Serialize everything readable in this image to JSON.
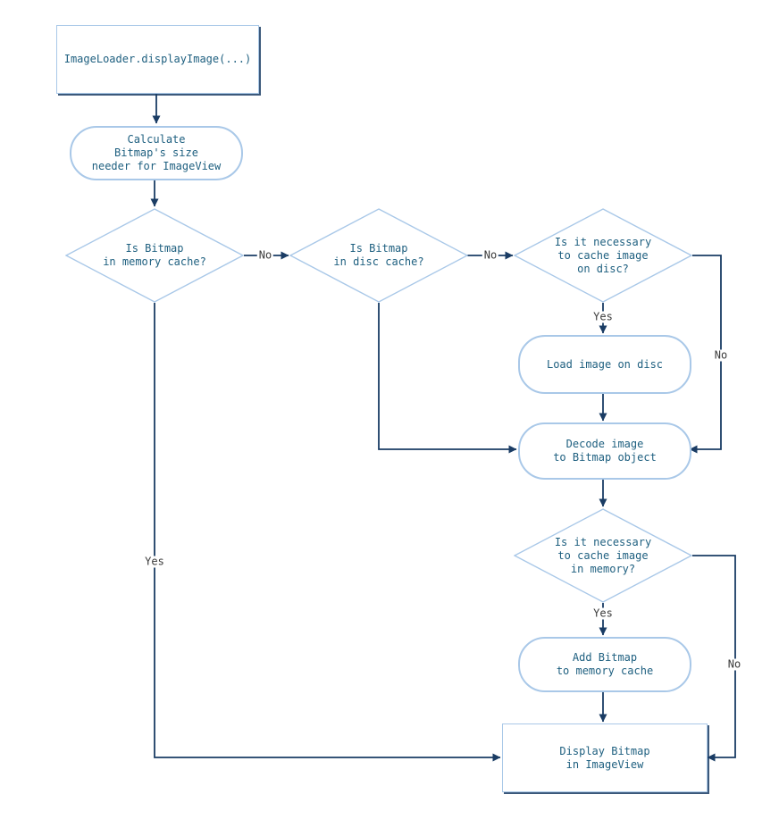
{
  "colors": {
    "background": "#ffffff",
    "shape_border": "#a9c8e8",
    "node_text": "#1f6080",
    "connector": "#1a3c64",
    "label_text": "#3b3b3b"
  },
  "nodes": {
    "start": {
      "text": "ImageLoader.displayImage(...)"
    },
    "calc_size": {
      "text": "Calculate\nBitmap's size\nneeder for ImageView"
    },
    "memory_cache_q": {
      "text": "Is Bitmap\nin memory cache?"
    },
    "disc_cache_q": {
      "text": "Is Bitmap\nin disc cache?"
    },
    "cache_on_disc_q": {
      "text": "Is it necessary\nto cache image\non disc?"
    },
    "load_disc": {
      "text": "Load image on disc"
    },
    "decode": {
      "text": "Decode image\nto Bitmap object"
    },
    "cache_in_memory_q": {
      "text": "Is it necessary\nto cache image\nin memory?"
    },
    "add_memory": {
      "text": "Add Bitmap\nto memory cache"
    },
    "display": {
      "text": "Display Bitmap\nin ImageView"
    }
  },
  "edge_labels": {
    "memory_no": "No",
    "disc_no": "No",
    "cache_disc_yes": "Yes",
    "cache_disc_no": "No",
    "cache_memory_yes": "Yes",
    "cache_memory_no": "No",
    "memory_yes": "Yes"
  }
}
